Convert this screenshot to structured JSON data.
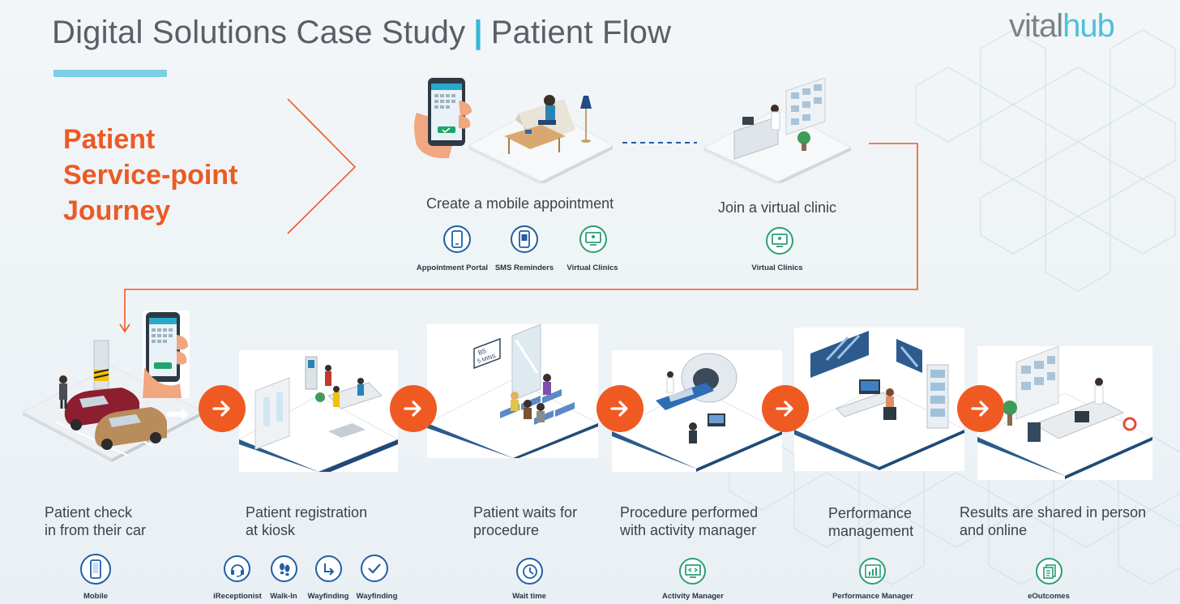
{
  "header": {
    "title_left": "Digital Solutions Case Study",
    "title_separator": "|",
    "title_right": "Patient Flow",
    "logo_part1": "vital",
    "logo_part2": "hub"
  },
  "journey": {
    "line1": "Patient",
    "line2": "Service-point",
    "line3": "Journey"
  },
  "top_steps": [
    {
      "label": "Create a mobile appointment",
      "icons": [
        {
          "icon": "smartphone-icon",
          "label": "Appointment Portal"
        },
        {
          "icon": "sms-phone-icon",
          "label": "SMS Reminders"
        },
        {
          "icon": "monitor-icon",
          "label": "Virtual Clinics"
        }
      ]
    },
    {
      "label": "Join a virtual clinic",
      "icons": [
        {
          "icon": "monitor-icon",
          "label": "Virtual Clinics"
        }
      ]
    }
  ],
  "bottom_steps": [
    {
      "label1": "Patient check",
      "label2": "in from their car",
      "icons": [
        {
          "icon": "smartphone-icon",
          "label": "Mobile"
        }
      ]
    },
    {
      "label1": "Patient registration",
      "label2": "at kiosk",
      "icons": [
        {
          "icon": "headset-icon",
          "label": "iReceptionist"
        },
        {
          "icon": "footprints-icon",
          "label": "Walk-In"
        },
        {
          "icon": "turn-arrow-icon",
          "label": "Wayfinding"
        },
        {
          "icon": "check-icon",
          "label": "Wayfinding"
        }
      ]
    },
    {
      "label1": "Patient waits for",
      "label2": "procedure",
      "icons": [
        {
          "icon": "clock-icon",
          "label": "Wait time"
        }
      ]
    },
    {
      "label1": "Procedure performed",
      "label2": "with activity manager",
      "icons": [
        {
          "icon": "monitor-icon",
          "label": "Activity Manager"
        }
      ]
    },
    {
      "label1": "Performance",
      "label2": "management",
      "icons": [
        {
          "icon": "bar-chart-icon",
          "label": "Performance Manager"
        }
      ]
    },
    {
      "label1": "Results are shared in person",
      "label2": "and online",
      "icons": [
        {
          "icon": "documents-icon",
          "label": "eOutcomes"
        }
      ]
    }
  ],
  "illustration_text": {
    "wait_sign_line1": "B5",
    "wait_sign_line2": "5 MINS"
  },
  "colors": {
    "accent_orange": "#ef5a22",
    "title_gray": "#595f66",
    "accent_cyan": "#37b8d9",
    "icon_blue": "#1f5fa8",
    "icon_green": "#2a9f74"
  }
}
